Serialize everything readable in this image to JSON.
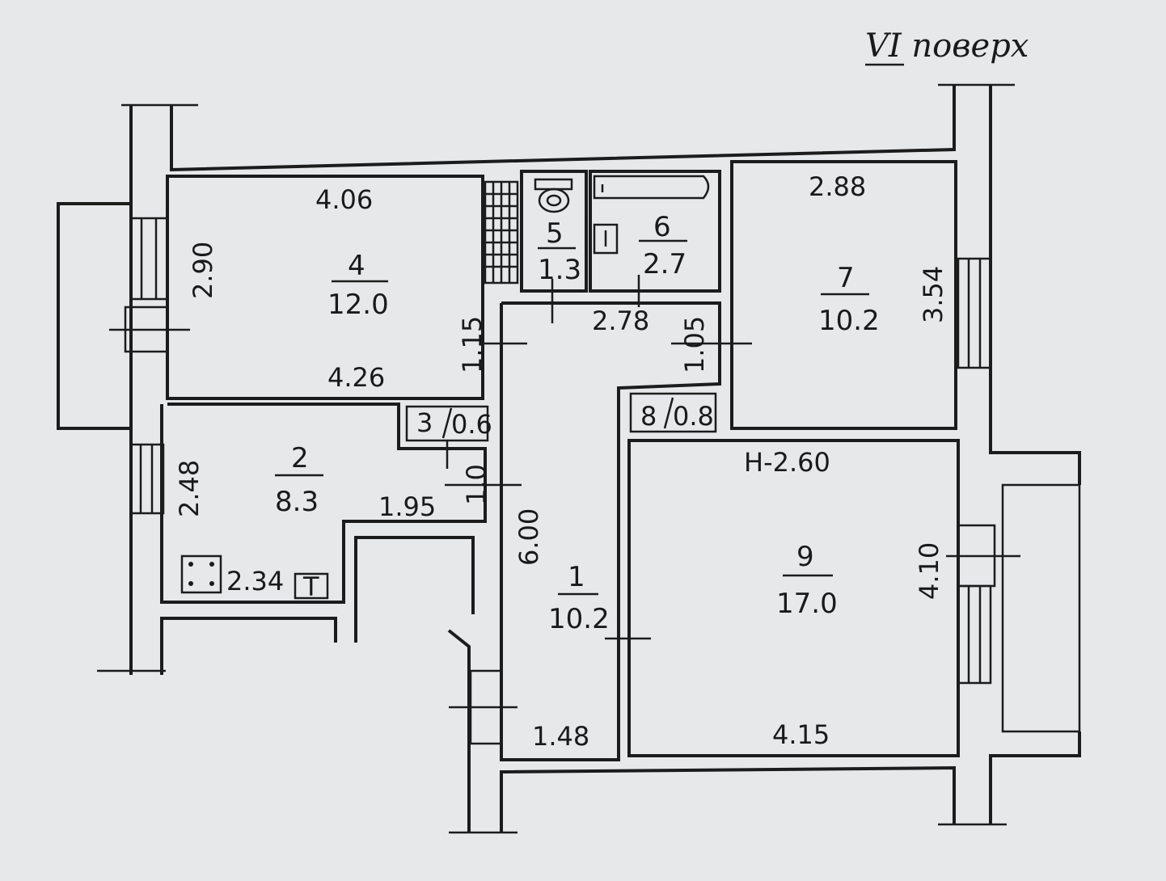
{
  "floor_label": "VI поверх",
  "rooms": [
    {
      "number": "1",
      "area": "10.2"
    },
    {
      "number": "2",
      "area": "8.3"
    },
    {
      "number": "3",
      "area": "0.6"
    },
    {
      "number": "4",
      "area": "12.0"
    },
    {
      "number": "5",
      "area": "1.3"
    },
    {
      "number": "6",
      "area": "2.7"
    },
    {
      "number": "7",
      "area": "10.2"
    },
    {
      "number": "8",
      "area": "0.8"
    },
    {
      "number": "9",
      "area": "17.0"
    }
  ],
  "dimensions": {
    "r4_top": "4.06",
    "r4_left": "2.90",
    "r4_bottom": "4.26",
    "r4_door": "1.15",
    "r2_left": "2.48",
    "r2_right": "1.95",
    "r2_door": "1.0",
    "kitchen_width": "2.34",
    "hall_length": "6.00",
    "hall_bottom": "1.48",
    "corridor_width": "2.78",
    "corridor_door": "1.05",
    "r7_top": "2.88",
    "r7_right": "3.54",
    "ceiling_height": "Н-2.60",
    "r9_right": "4.10",
    "r9_bottom": "4.15"
  },
  "fixtures": {
    "stove_mark": "Т"
  }
}
